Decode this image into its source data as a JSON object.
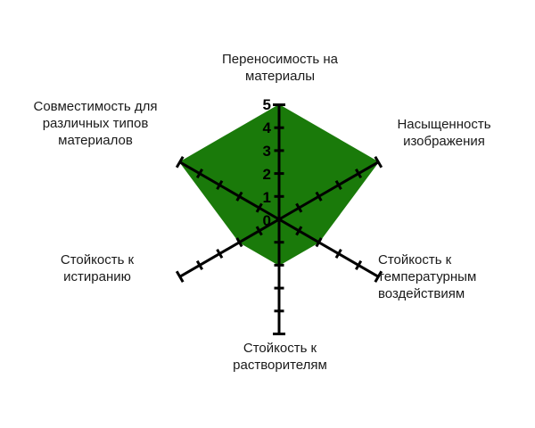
{
  "chart_data": {
    "type": "radar",
    "title": "",
    "categories": [
      "Переносимость на\nматериалы",
      "Насыщенность\nизображения",
      "Стойкость к\nтемпературным\nвоздействиям",
      "Стойкость к\nрастворителям",
      "Стойкость к\nистиранию",
      "Совместимость для\nразличных типов\nматериалов"
    ],
    "values": [
      5,
      5,
      2,
      2,
      2,
      5
    ],
    "rlim": [
      0,
      5
    ],
    "tick_labels": [
      "0",
      "1",
      "2",
      "3",
      "4",
      "5"
    ],
    "tick_values": [
      0,
      1,
      2,
      3,
      4,
      5
    ],
    "grid": false,
    "legend": "none",
    "series": [
      {
        "name": "",
        "values": [
          5,
          5,
          2,
          2,
          2,
          5
        ],
        "fill_color": "#1a7a0a",
        "line_color": "#1a7a0a"
      }
    ],
    "axis_color": "#000000",
    "label_color": "#1a1a1a",
    "background": "#ffffff"
  },
  "labels": {
    "top": "Переносимость на\nматериалы",
    "upper_right": "Насыщенность\nизображения",
    "lower_right": "Стойкость к\nтемпературным\nвоздействиям",
    "bottom": "Стойкость к\nрастворителям",
    "lower_left": "Стойкость к\nистиранию",
    "upper_left": "Совместимость для\nразличных типов\nматериалов"
  },
  "scale": {
    "t0": "0",
    "t1": "1",
    "t2": "2",
    "t3": "3",
    "t4": "4",
    "t5": "5"
  }
}
